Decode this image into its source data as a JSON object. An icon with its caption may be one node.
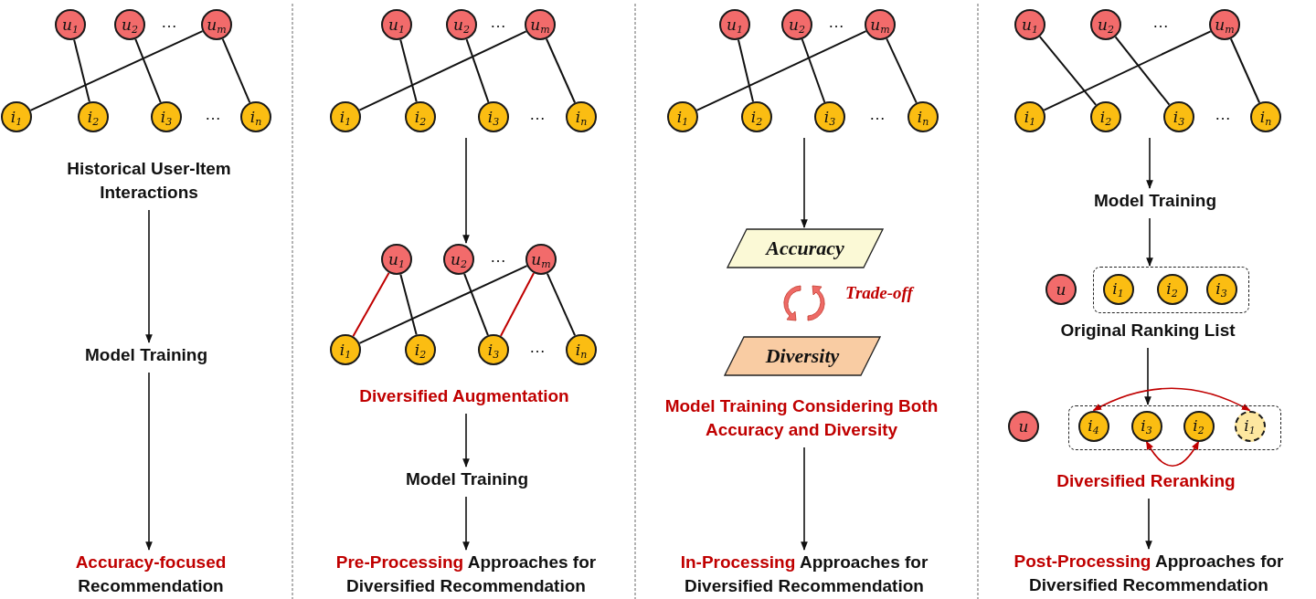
{
  "diagram": {
    "nodes": [
      {
        "text": [
          "u$_{1}$"
        ]
      },
      {
        "text": [
          "u$_{2}$"
        ]
      },
      {
        "text": [
          "u$_{m}$"
        ]
      },
      {
        "text": [
          "i$_{1}$"
        ]
      },
      {
        "text": [
          "i$_{2}$"
        ]
      },
      {
        "text": [
          "i$_{3}$"
        ]
      },
      {
        "text": [
          "i$_{n}$"
        ]
      },
      {
        "text": [
          "Historical User-Item Interactions"
        ]
      },
      {
        "text": [
          "Model Training"
        ]
      },
      {
        "text": [
          "Accuracy-focused",
          "Recommendation"
        ]
      },
      {
        "text": [
          "u$_{1}$"
        ]
      },
      {
        "text": [
          "u$_{2}$"
        ]
      },
      {
        "text": [
          "u$_{m}$"
        ]
      },
      {
        "text": [
          "i$_{1}$"
        ]
      },
      {
        "text": [
          "i$_{2}$"
        ]
      },
      {
        "text": [
          "i$_{3}$"
        ]
      },
      {
        "text": [
          "i$_{n}$"
        ]
      },
      {
        "text": [
          "u$_{1}$"
        ]
      },
      {
        "text": [
          "u$_{2}$"
        ]
      },
      {
        "text": [
          "u$_{m}$"
        ]
      },
      {
        "text": [
          "i$_{1}$"
        ]
      },
      {
        "text": [
          "i$_{2}$"
        ]
      },
      {
        "text": [
          "i$_{3}$"
        ]
      },
      {
        "text": [
          "i$_{n}$"
        ]
      },
      {
        "text": [
          "Diversified Augmentation"
        ]
      },
      {
        "text": [
          "Model Training"
        ]
      },
      {
        "text": [
          "Pre-Processing",
          "Approaches for Diversified Recommendation"
        ]
      },
      {
        "text": [
          "u$_{1}$"
        ]
      },
      {
        "text": [
          "u$_{2}$"
        ]
      },
      {
        "text": [
          "u$_{m}$"
        ]
      },
      {
        "text": [
          "i$_{1}$"
        ]
      },
      {
        "text": [
          "i$_{2}$"
        ]
      },
      {
        "text": [
          "i$_{3}$"
        ]
      },
      {
        "text": [
          "i$_{n}$"
        ]
      },
      {
        "text": [
          "Accuracy"
        ]
      },
      {
        "text": [
          "Diversity"
        ]
      },
      {
        "text": [
          "Model Training Considering Both Accuracy and Diversity"
        ]
      },
      {
        "text": [
          "In-Processing",
          "Approaches for Diversified Recommendation"
        ]
      },
      {
        "text": [
          "u$_{1}$"
        ]
      },
      {
        "text": [
          "u$_{2}$"
        ]
      },
      {
        "text": [
          "u$_{m}$"
        ]
      },
      {
        "text": [
          "i$_{1}$"
        ]
      },
      {
        "text": [
          "i$_{2}$"
        ]
      },
      {
        "text": [
          "i$_{3}$"
        ]
      },
      {
        "text": [
          "i$_{n}$"
        ]
      },
      {
        "text": [
          "Model Training"
        ]
      },
      {
        "text": [
          "u"
        ]
      },
      {
        "text": [],
        "shape": "box"
      },
      {
        "text": [
          "i$_{1}$"
        ],
        "in": 47
      },
      {
        "text": [
          "i$_{2}$"
        ],
        "in": 47
      },
      {
        "text": [
          "i$_{3}$"
        ],
        "in": 47
      },
      {
        "text": [
          "Original Ranking List"
        ]
      },
      {
        "text": [
          "u"
        ]
      },
      {
        "text": [],
        "shape": "box"
      },
      {
        "text": [
          "i$_{4}$"
        ],
        "in": 53
      },
      {
        "text": [
          "i$_{3}$"
        ],
        "in": 53
      },
      {
        "text": [
          "i$_{2}$"
        ],
        "in": 53
      },
      {
        "text": [
          "i$_{1}$"
        ],
        "in": 53
      },
      {
        "text": [
          "Diversified Reranking"
        ]
      },
      {
        "text": [
          "Post-Processing",
          "Approaches for Diversified Recommendation"
        ]
      }
    ],
    "edges": [
      {
        "from": 0,
        "to": 4,
        "arrow": "none"
      },
      {
        "from": 1,
        "to": 5,
        "arrow": "none"
      },
      {
        "from": 2,
        "to": 3,
        "arrow": "none"
      },
      {
        "from": 2,
        "to": 6,
        "arrow": "none"
      },
      {
        "from": 7,
        "to": 8,
        "arrow": "to"
      },
      {
        "from": 8,
        "to": 9,
        "arrow": "to"
      },
      {
        "from": 10,
        "to": 14,
        "arrow": "none"
      },
      {
        "from": 11,
        "to": 15,
        "arrow": "none"
      },
      {
        "from": 12,
        "to": 13,
        "arrow": "none"
      },
      {
        "from": 12,
        "to": 16,
        "arrow": "none"
      },
      {
        "from": 15,
        "to": 18,
        "arrow": "to"
      },
      {
        "from": 17,
        "to": 21,
        "arrow": "none"
      },
      {
        "from": 18,
        "to": 22,
        "arrow": "none"
      },
      {
        "from": 19,
        "to": 20,
        "arrow": "none"
      },
      {
        "from": 19,
        "to": 23,
        "arrow": "none"
      },
      {
        "from": 17,
        "to": 20,
        "arrow": "none",
        "color": "#c00000"
      },
      {
        "from": 19,
        "to": 22,
        "arrow": "none",
        "color": "#c00000"
      },
      {
        "from": 24,
        "to": 25,
        "arrow": "to"
      },
      {
        "from": 25,
        "to": 26,
        "arrow": "to"
      },
      {
        "from": 27,
        "to": 31,
        "arrow": "none"
      },
      {
        "from": 28,
        "to": 32,
        "arrow": "none"
      },
      {
        "from": 29,
        "to": 30,
        "arrow": "none"
      },
      {
        "from": 29,
        "to": 33,
        "arrow": "none"
      },
      {
        "from": 32,
        "to": 34,
        "arrow": "to"
      },
      {
        "from": 36,
        "to": 37,
        "arrow": "to"
      },
      {
        "from": 38,
        "to": 42,
        "arrow": "none"
      },
      {
        "from": 39,
        "to": 43,
        "arrow": "none"
      },
      {
        "from": 40,
        "to": 41,
        "arrow": "none"
      },
      {
        "from": 40,
        "to": 44,
        "arrow": "none"
      },
      {
        "from": 43,
        "to": 45,
        "arrow": "to"
      },
      {
        "from": 45,
        "to": 47,
        "arrow": "to"
      },
      {
        "from": 51,
        "to": 53,
        "arrow": "to"
      },
      {
        "from": 54,
        "to": 57,
        "arrow": "both",
        "color": "#c00000"
      },
      {
        "from": 55,
        "to": 56,
        "arrow": "both",
        "color": "#c00000"
      },
      {
        "from": 58,
        "to": 59,
        "arrow": "to"
      }
    ],
    "labels": [
      "…",
      "…",
      "…",
      "…",
      "…",
      "…",
      "…",
      "…",
      "Trade-off",
      "…",
      "…"
    ]
  }
}
